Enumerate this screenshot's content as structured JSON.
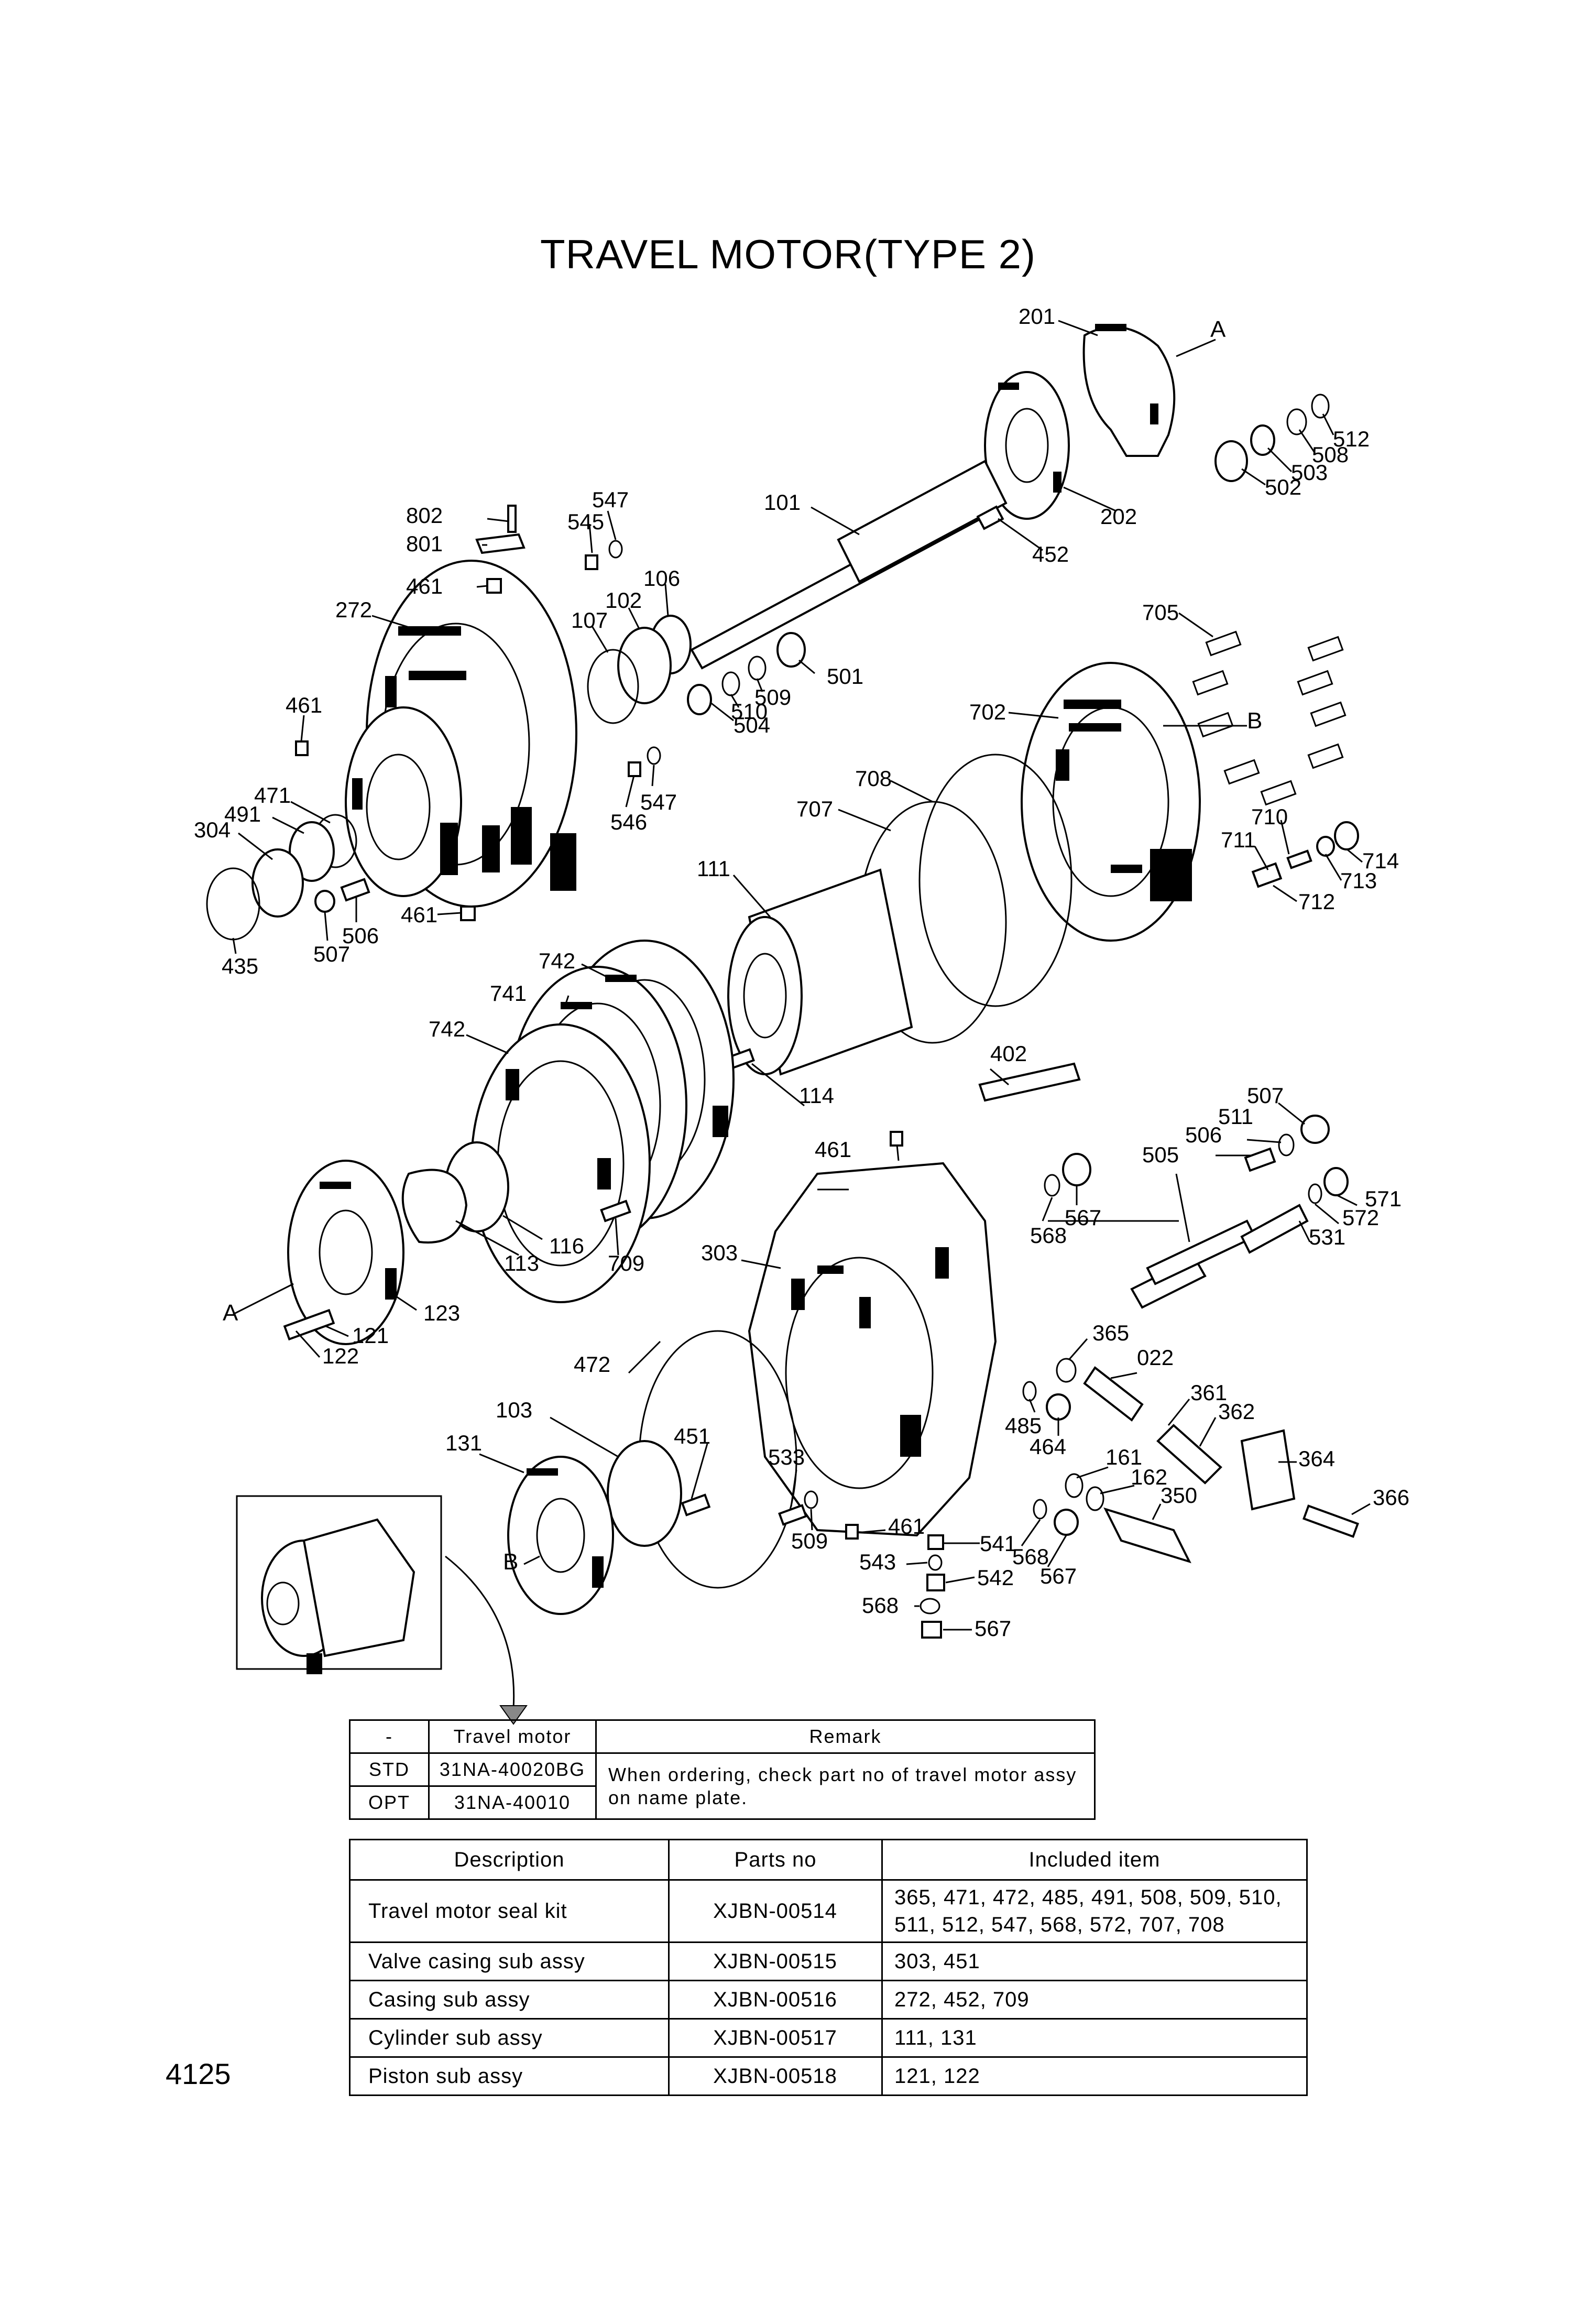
{
  "title": "TRAVEL MOTOR(TYPE 2)",
  "page_number": "4125",
  "view_markers": [
    "A",
    "B",
    "A",
    "B"
  ],
  "part_callouts": [
    "201",
    "202",
    "512",
    "508",
    "503",
    "502",
    "101",
    "452",
    "547",
    "545",
    "802",
    "801",
    "461",
    "106",
    "102",
    "107",
    "272",
    "509",
    "510",
    "501",
    "504",
    "461",
    "471",
    "491",
    "304",
    "435",
    "507",
    "506",
    "461",
    "546",
    "547",
    "705",
    "702",
    "B",
    "708",
    "707",
    "710",
    "711",
    "714",
    "713",
    "712",
    "111",
    "742",
    "741",
    "742",
    "114",
    "402",
    "507",
    "511",
    "506",
    "505",
    "461",
    "567",
    "568",
    "571",
    "572",
    "531",
    "303",
    "116",
    "113",
    "709",
    "123",
    "121",
    "122",
    "365",
    "022",
    "361",
    "362",
    "364",
    "366",
    "472",
    "451",
    "103",
    "131",
    "533",
    "509",
    "461",
    "485",
    "464",
    "161",
    "162",
    "350",
    "541",
    "543",
    "542",
    "568",
    "567",
    "568",
    "567"
  ],
  "travel_motor_table": {
    "headers": [
      "-",
      "Travel motor",
      "Remark"
    ],
    "rows": [
      {
        "type": "STD",
        "part": "31NA-40020BG"
      },
      {
        "type": "OPT",
        "part": "31NA-40010"
      }
    ],
    "remark": "When ordering, check part no of travel motor assy on name plate."
  },
  "kit_table": {
    "headers": [
      "Description",
      "Parts no",
      "Included item"
    ],
    "rows": [
      {
        "description": "Travel motor seal kit",
        "parts_no": "XJBN-00514",
        "included": "365, 471, 472, 485, 491, 508, 509, 510, 511, 512, 547, 568, 572, 707, 708"
      },
      {
        "description": "Valve casing sub assy",
        "parts_no": "XJBN-00515",
        "included": "303, 451"
      },
      {
        "description": "Casing sub assy",
        "parts_no": "XJBN-00516",
        "included": "272, 452, 709"
      },
      {
        "description": "Cylinder sub assy",
        "parts_no": "XJBN-00517",
        "included": "111, 131"
      },
      {
        "description": "Piston sub assy",
        "parts_no": "XJBN-00518",
        "included": "121, 122"
      }
    ]
  }
}
